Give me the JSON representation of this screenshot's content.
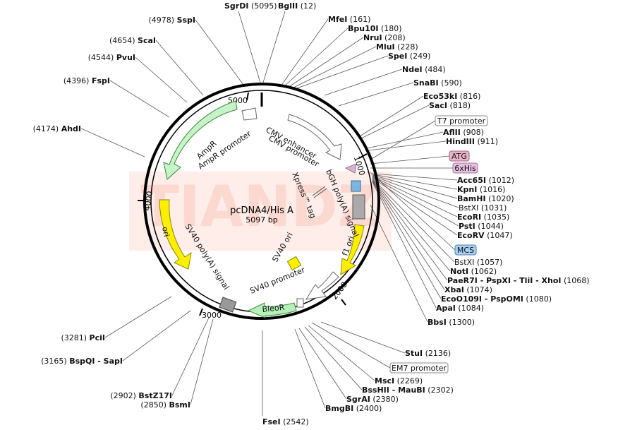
{
  "plasmid": {
    "name": "pcDNA4/His A",
    "size_label": "5097 bp",
    "length": 5097
  },
  "watermark": "TIANDZ",
  "ticks": [
    "1000",
    "2000",
    "3000",
    "4000",
    "5000"
  ],
  "features": [
    {
      "label": "CMV enhancer"
    },
    {
      "label": "CMV promoter"
    },
    {
      "label": "bGH poly(A) signal"
    },
    {
      "label": "Xpress™ tag"
    },
    {
      "label": "f1 ori"
    },
    {
      "label": "SV40 ori"
    },
    {
      "label": "SV40 promoter"
    },
    {
      "label": "BleoR"
    },
    {
      "label": "SV40 poly(A) signal"
    },
    {
      "label": "ori"
    },
    {
      "label": "AmpR"
    },
    {
      "label": "AmpR promoter"
    }
  ],
  "boxed": [
    {
      "text": "T7 promoter",
      "fill": "#ffffff",
      "stroke": "#888888"
    },
    {
      "text": "ATG",
      "fill": "#e8b4c8",
      "stroke": "#a06080"
    },
    {
      "text": "6xHis",
      "fill": "#e8c0e0",
      "stroke": "#a070a0"
    },
    {
      "text": "MCS",
      "fill": "#a8d0f0",
      "stroke": "#5080b0"
    },
    {
      "text": "EM7 promoter",
      "fill": "#ffffff",
      "stroke": "#888888"
    }
  ],
  "sites": [
    {
      "name": "SgrDI",
      "pos": "5095"
    },
    {
      "name": "BglII",
      "pos": "12"
    },
    {
      "name": "MfeI",
      "pos": "161"
    },
    {
      "name": "Bpu10I",
      "pos": "180"
    },
    {
      "name": "NruI",
      "pos": "208"
    },
    {
      "name": "MluI",
      "pos": "228"
    },
    {
      "name": "SpeI",
      "pos": "249"
    },
    {
      "name": "NdeI",
      "pos": "484"
    },
    {
      "name": "SnaBI",
      "pos": "590"
    },
    {
      "name": "Eco53kI",
      "pos": "816"
    },
    {
      "name": "SacI",
      "pos": "818"
    },
    {
      "name": "AflII",
      "pos": "908"
    },
    {
      "name": "HindIII",
      "pos": "911"
    },
    {
      "name": "Acc65I",
      "pos": "1012"
    },
    {
      "name": "KpnI",
      "pos": "1016"
    },
    {
      "name": "BamHI",
      "pos": "1020"
    },
    {
      "name": "BstXI",
      "pos": "1031"
    },
    {
      "name": "EcoRI",
      "pos": "1035"
    },
    {
      "name": "PstI",
      "pos": "1044"
    },
    {
      "name": "EcoRV",
      "pos": "1047"
    },
    {
      "name": "BstXI",
      "pos": "1057"
    },
    {
      "name": "NotI",
      "pos": "1062"
    },
    {
      "name": "PaeR7I - PspXI - TliI - XhoI",
      "pos": "1068"
    },
    {
      "name": "XbaI",
      "pos": "1074"
    },
    {
      "name": "EcoO109I - PspOMI",
      "pos": "1080"
    },
    {
      "name": "ApaI",
      "pos": "1084"
    },
    {
      "name": "BbsI",
      "pos": "1300"
    },
    {
      "name": "StuI",
      "pos": "2136"
    },
    {
      "name": "MscI",
      "pos": "2269"
    },
    {
      "name": "BssHII - MauBI",
      "pos": "2302"
    },
    {
      "name": "SgrAI",
      "pos": "2380"
    },
    {
      "name": "BmgBI",
      "pos": "2400"
    },
    {
      "name": "FseI",
      "pos": "2542"
    },
    {
      "name": "SspI",
      "pos": "4978"
    },
    {
      "name": "ScaI",
      "pos": "4654"
    },
    {
      "name": "PvuI",
      "pos": "4544"
    },
    {
      "name": "FspI",
      "pos": "4396"
    },
    {
      "name": "AhdI",
      "pos": "4174"
    },
    {
      "name": "PciI",
      "pos": "3281"
    },
    {
      "name": "BspQI - SapI",
      "pos": "3165"
    },
    {
      "name": "BstZ17I",
      "pos": "2902"
    },
    {
      "name": "BsmI",
      "pos": "2850"
    }
  ]
}
